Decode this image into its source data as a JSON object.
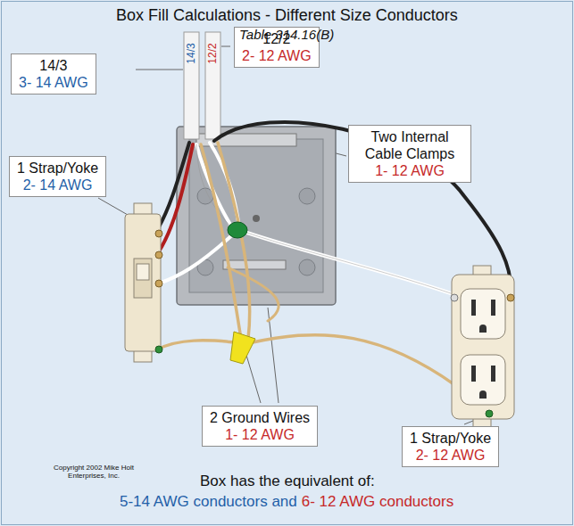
{
  "diagram": {
    "title": "Box Fill Calculations - Different Size Conductors",
    "nodes": [
      {
        "text": [
          "14/3",
          "3- 14 AWG"
        ]
      },
      {
        "text": [
          "12/2",
          "2- 12 AWG"
        ]
      },
      {
        "text": [
          "1 Strap/Yoke",
          "2- 14 AWG"
        ]
      },
      {
        "text": [
          "Two Internal Cable Clamps",
          "1- 12 AWG"
        ]
      },
      {
        "text": [
          "2 Ground Wires",
          "1- 12 AWG"
        ]
      },
      {
        "text": [
          "1 Strap/Yoke",
          "2- 12 AWG"
        ]
      }
    ],
    "labels": [
      "Table 314.16(B)",
      "14/3",
      "12/2",
      "Copyright 2002 Mike Holt Enterprises, Inc.",
      "Box has the equivalent of:",
      "5-14 AWG conductors and",
      "6- 12 AWG conductors"
    ]
  }
}
